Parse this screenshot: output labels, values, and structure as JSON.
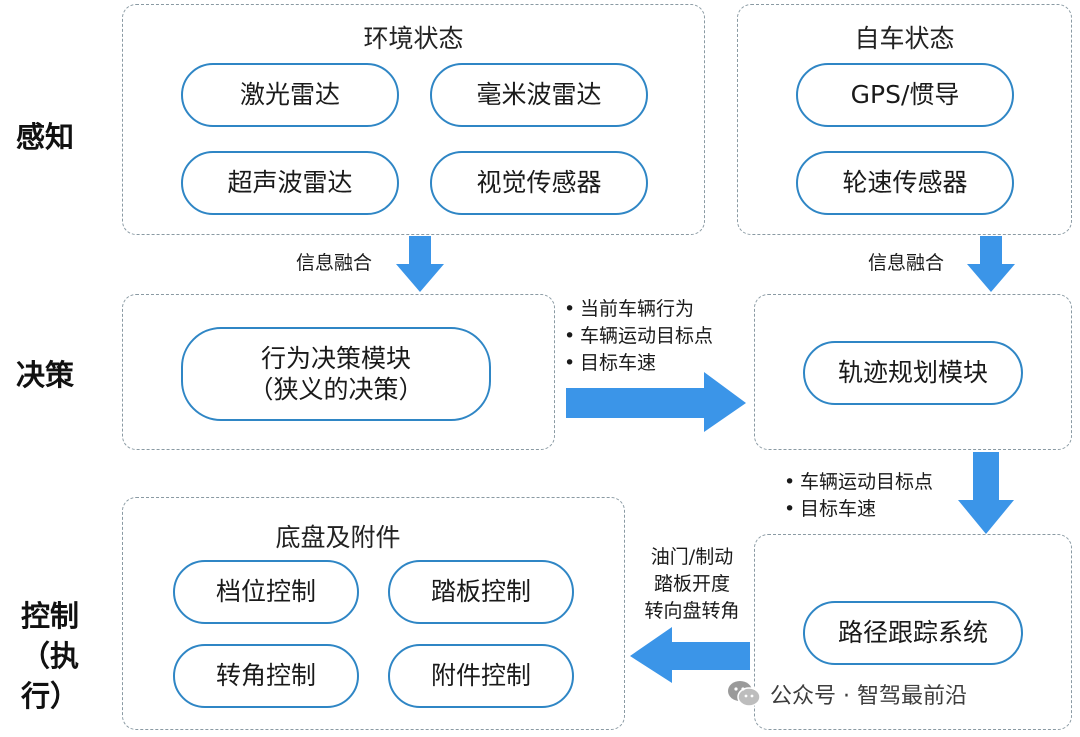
{
  "side_labels": {
    "perception": "感知",
    "decision": "决策",
    "control_line1": "控制",
    "control_line2": "（执行）"
  },
  "environment": {
    "title": "环境状态",
    "sensors": [
      "激光雷达",
      "毫米波雷达",
      "超声波雷达",
      "视觉传感器"
    ]
  },
  "ego": {
    "title": "自车状态",
    "sensors": [
      "GPS/惯导",
      "轮速传感器"
    ]
  },
  "fusion_left": "信息融合",
  "fusion_right": "信息融合",
  "behavior_module": {
    "line1": "行为决策模块",
    "line2": "（狭义的决策）"
  },
  "behavior_outputs": [
    "当前车辆行为",
    "车辆运动目标点",
    "目标车速"
  ],
  "trajectory_module": "轨迹规划模块",
  "trajectory_outputs": [
    "车辆运动目标点",
    "目标车速"
  ],
  "tracking_outputs": [
    "油门/制动",
    "踏板开度",
    "转向盘转角"
  ],
  "path_tracking": "路径跟踪系统",
  "chassis": {
    "title": "底盘及附件",
    "controls": [
      "档位控制",
      "踏板控制",
      "转角控制",
      "附件控制"
    ]
  },
  "watermark": "公众号 · 智驾最前沿",
  "colors": {
    "accent": "#2f86c5",
    "arrow": "#3b95e8",
    "dash": "#8a9aa3"
  }
}
